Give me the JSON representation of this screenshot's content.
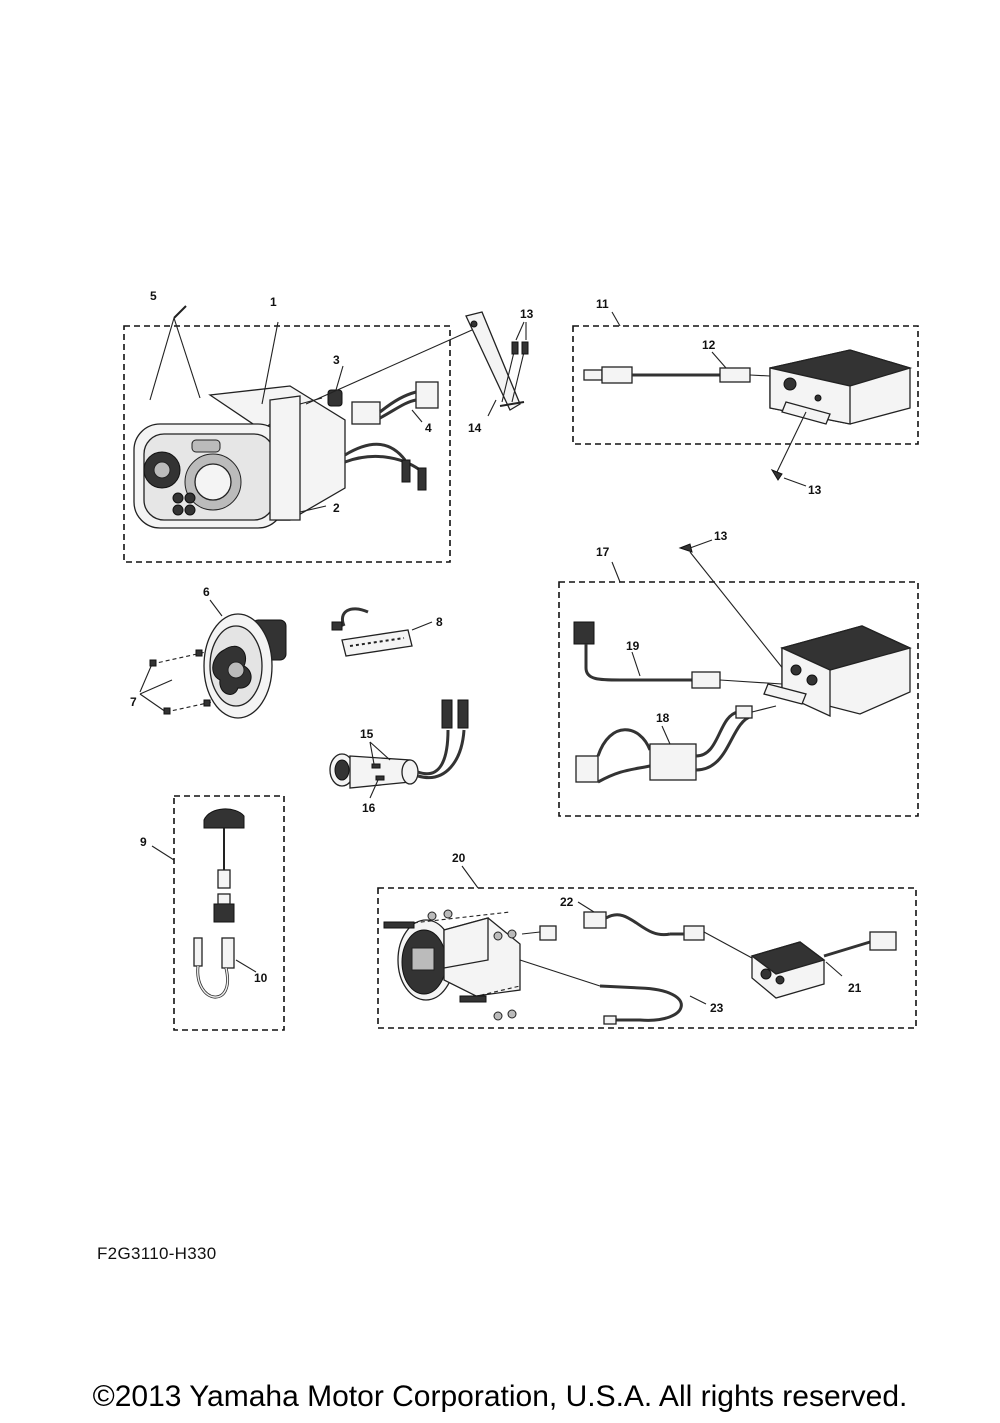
{
  "callouts": {
    "c1": "1",
    "c2": "2",
    "c3": "3",
    "c4": "4",
    "c5": "5",
    "c6": "6",
    "c7": "7",
    "c8": "8",
    "c9": "9",
    "c10": "10",
    "c11": "11",
    "c12": "12",
    "c13a": "13",
    "c13b": "13",
    "c13c": "13",
    "c14": "14",
    "c15": "15",
    "c16": "16",
    "c17": "17",
    "c18": "18",
    "c19": "19",
    "c20": "20",
    "c21": "21",
    "c22": "22",
    "c23": "23"
  },
  "part_code": "F2G3110-H330",
  "copyright": "©2013 Yamaha Motor Corporation, U.S.A. All rights reserved."
}
